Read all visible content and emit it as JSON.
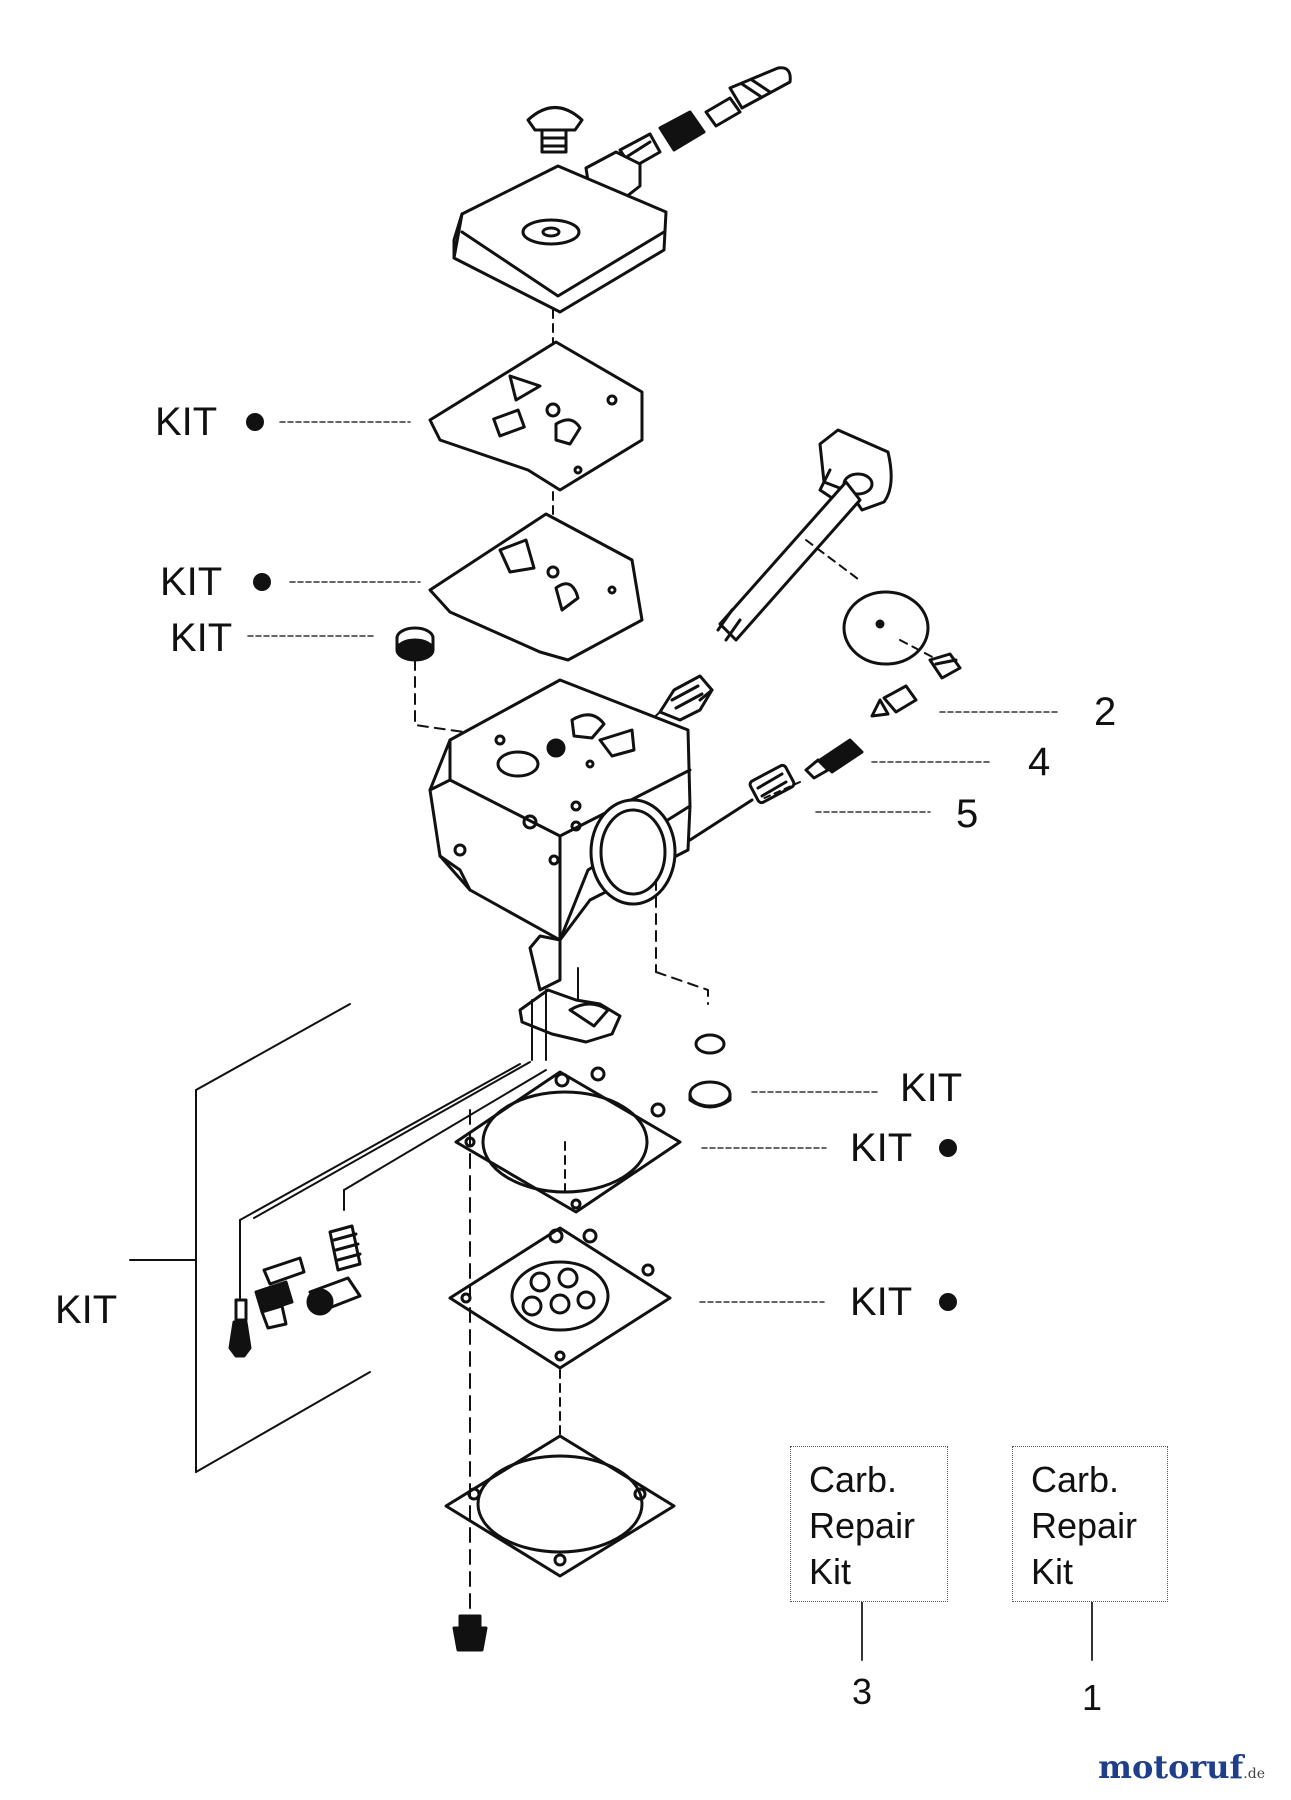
{
  "callouts": {
    "kit_upper_1": "KIT",
    "kit_upper_2": "KIT",
    "kit_upper_3": "KIT",
    "kit_left": "KIT",
    "kit_lower_1": "KIT",
    "kit_lower_2": "KIT",
    "kit_lower_3": "KIT",
    "num_2": "2",
    "num_4": "4",
    "num_5": "5",
    "num_3": "3",
    "num_1": "1"
  },
  "kit_boxes": [
    {
      "line1": "Carb.",
      "line2": "Repair",
      "line3": "Kit"
    },
    {
      "line1": "Carb.",
      "line2": "Repair",
      "line3": "Kit"
    }
  ],
  "watermark": {
    "brand": "motoruf",
    "suffix": ".de"
  },
  "colors": {
    "line": "#111111",
    "watermark_brand": "#1f3f8a",
    "watermark_accent": "#d07a1a"
  }
}
